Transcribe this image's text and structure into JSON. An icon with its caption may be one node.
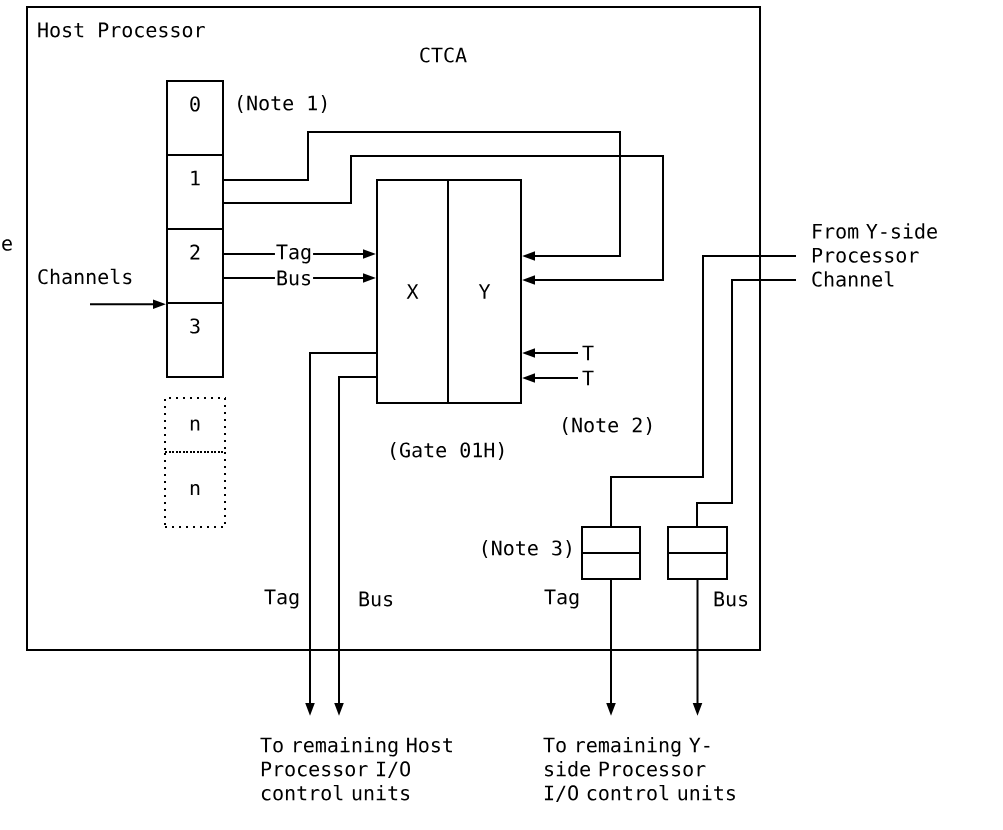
{
  "diagram": {
    "nodes": [
      {
        "text": [
          "Host Processor"
        ]
      },
      {
        "text": [],
        "shape": "box",
        "in": 0
      },
      {
        "text": [
          "0"
        ],
        "in": 1
      },
      {
        "text": [
          "1"
        ],
        "in": 1
      },
      {
        "text": [
          "2"
        ],
        "in": 1
      },
      {
        "text": [
          "3"
        ],
        "in": 1
      },
      {
        "text": [
          "n"
        ],
        "in": 0
      },
      {
        "text": [
          "n"
        ],
        "in": 0
      },
      {
        "text": [
          "X"
        ],
        "in": 0
      },
      {
        "text": [
          "Y"
        ],
        "in": 0
      },
      {
        "text": [],
        "shape": "box",
        "in": 0,
        "beside": [
          "(Note 3)"
        ]
      },
      {
        "text": [],
        "shape": "box",
        "in": 0
      },
      {
        "text": [
          "Channels"
        ],
        "in": 0
      },
      {
        "text": [
          "T"
        ],
        "in": 0
      },
      {
        "text": [
          "T"
        ],
        "in": 0
      },
      {
        "text": [
          "From Y-side Processor Channel"
        ]
      },
      {
        "text": [
          "To remaining Host Processor I/O control units"
        ]
      },
      {
        "text": [
          "To remaining Y-side Processor I/O control units"
        ]
      }
    ],
    "edges": [
      {
        "from": 12,
        "to": 1,
        "arrow": "to"
      },
      {
        "from": 3,
        "to": 9,
        "arrow": "to"
      },
      {
        "from": 3,
        "to": 9,
        "arrow": "to"
      },
      {
        "from": 4,
        "to": 8,
        "arrow": "to",
        "label": "Tag"
      },
      {
        "from": 4,
        "to": 8,
        "arrow": "to",
        "label": "Bus"
      },
      {
        "from": 13,
        "to": 9,
        "arrow": "to"
      },
      {
        "from": 14,
        "to": 9,
        "arrow": "to"
      },
      {
        "from": 8,
        "to": 16,
        "arrow": "to"
      },
      {
        "from": 8,
        "to": 16,
        "arrow": "to"
      },
      {
        "from": 15,
        "to": 10,
        "arrow": "none"
      },
      {
        "from": 15,
        "to": 11,
        "arrow": "none"
      },
      {
        "from": 10,
        "to": 17,
        "arrow": "to"
      },
      {
        "from": 11,
        "to": 17,
        "arrow": "to"
      }
    ],
    "labels": [
      "e",
      "CTCA",
      "(Note 1)",
      "(Note 2)",
      "(Gate 01H)",
      "Tag",
      "Bus",
      "Tag",
      "Bus"
    ]
  }
}
